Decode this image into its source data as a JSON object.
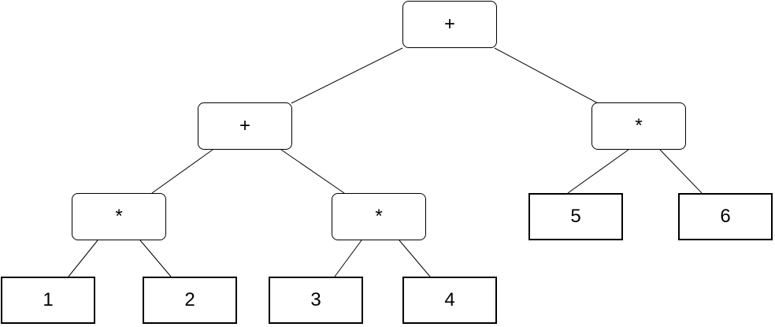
{
  "tree": {
    "root": {
      "label": "+"
    },
    "left_sum": {
      "label": "+"
    },
    "right_product": {
      "label": "*"
    },
    "product_a": {
      "label": "*"
    },
    "product_b": {
      "label": "*"
    },
    "leaves": [
      {
        "label": "1"
      },
      {
        "label": "2"
      },
      {
        "label": "3"
      },
      {
        "label": "4"
      },
      {
        "label": "5"
      },
      {
        "label": "6"
      }
    ]
  }
}
